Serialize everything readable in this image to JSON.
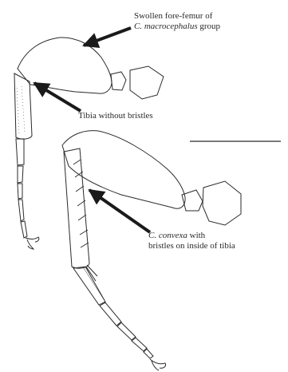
{
  "labels": {
    "swollen_line1": "Swollen fore-femur of",
    "swollen_line2_species": "C. macrocephalus",
    "swollen_line2_rest": " group",
    "tibia_without": "Tibia without bristles",
    "convexa_species": "C. convexa",
    "convexa_rest": " with",
    "convexa_line2": "bristles on inside of tibia"
  },
  "colors": {
    "ink": "#2a2a2a",
    "background": "#ffffff"
  },
  "icons": [
    "arrow-icon",
    "arrow-icon",
    "arrow-icon",
    "scale-bar"
  ]
}
